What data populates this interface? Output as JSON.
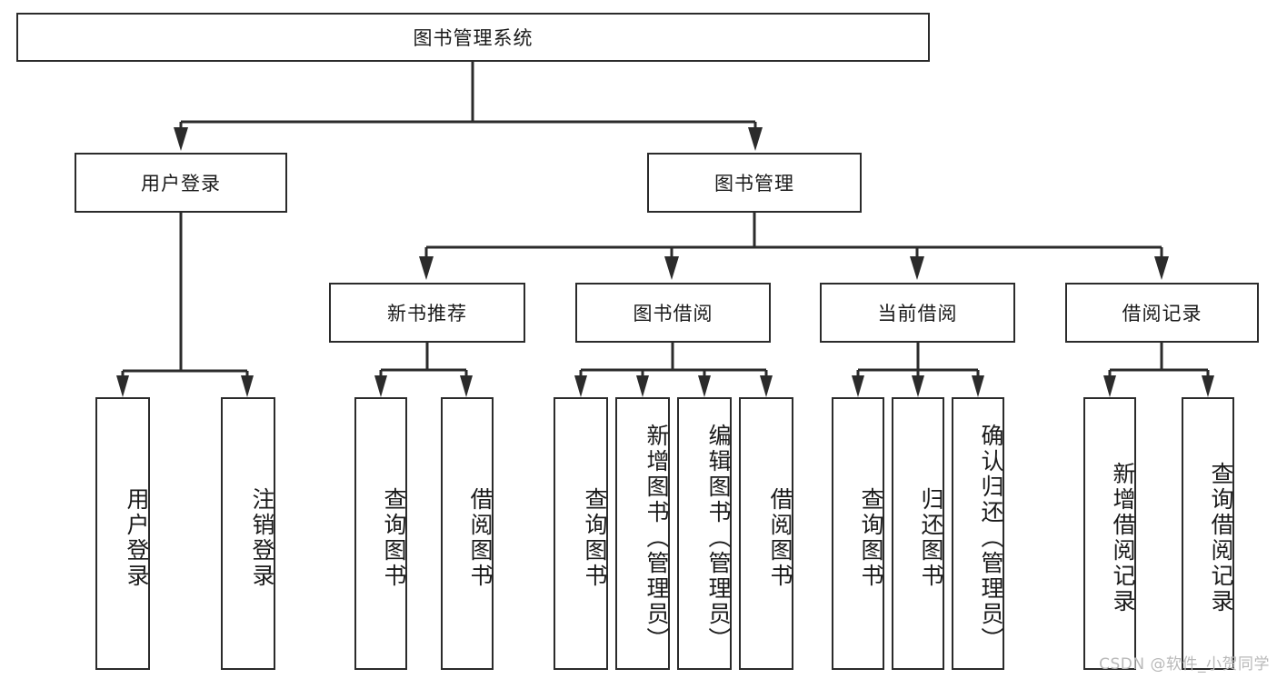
{
  "diagram": {
    "title": "图书管理系统",
    "type": "tree-hierarchy",
    "watermark": "CSDN @软件_小贺同学",
    "colors": {
      "box_border": "#2b2b2b",
      "box_fill": "#ffffff",
      "line": "#2b2b2b",
      "text": "#1a1a1a",
      "watermark": "#b9b9b9"
    },
    "root": {
      "label": "图书管理系统"
    },
    "level2": [
      {
        "label": "用户登录"
      },
      {
        "label": "图书管理"
      }
    ],
    "level3": [
      {
        "label": "新书推荐"
      },
      {
        "label": "图书借阅"
      },
      {
        "label": "当前借阅"
      },
      {
        "label": "借阅记录"
      }
    ],
    "leaves": {
      "user_login": [
        {
          "label": "用户登录"
        },
        {
          "label": "注销登录"
        }
      ],
      "new_book_recommend": [
        {
          "label": "查询图书"
        },
        {
          "label": "借阅图书"
        }
      ],
      "book_borrow": [
        {
          "label": "查询图书"
        },
        {
          "label": "新增图书（管理员）"
        },
        {
          "label": "编辑图书（管理员）"
        },
        {
          "label": "借阅图书"
        }
      ],
      "current_borrow": [
        {
          "label": "查询图书"
        },
        {
          "label": "归还图书"
        },
        {
          "label": "确认归还（管理员）"
        }
      ],
      "borrow_record": [
        {
          "label": "新增借阅记录"
        },
        {
          "label": "查询借阅记录"
        }
      ]
    }
  }
}
